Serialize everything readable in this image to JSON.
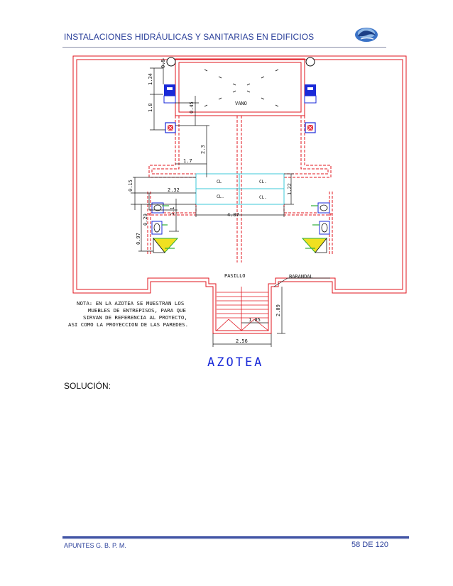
{
  "header": {
    "title": "INSTALACIONES HIDRÁULICAS Y SANITARIAS EN EDIFICIOS",
    "logo_icon": "dolphin-logo-icon"
  },
  "plan": {
    "title": "AZOTEA",
    "vano_label": "VANO",
    "pasillo_label": "PASILLO",
    "barandal_label": "BARANDAL",
    "cl_labels": [
      "CL",
      "CL.",
      "CL.",
      "CL."
    ],
    "note_lines": [
      "NOTA: EN LA AZOTEA SE MUESTRAN LOS",
      "MUEBLES DE ENTREPISOS, PARA QUE",
      "SIRVAN DE REFERENCIA AL PROYECTO,",
      "ASI COMO LA PROYECCION DE LAS PAREDES."
    ],
    "dimensions": {
      "d_0_5": "0.5",
      "d_1_34": "1.34",
      "d_1_8": "1.8",
      "d_0_45": "0.45",
      "d_2_3": "2.3",
      "d_1_7": "1.7",
      "d_0_15": "0.15",
      "d_2_32": "2.32",
      "d_1_22": "1.22",
      "d_0_29": "0.29",
      "d_1_1": "1.1",
      "d_0_97": "0.97",
      "d_4_07": "4.07",
      "d_2_09": "2.09",
      "d_1_05": "1.05",
      "d_2_56": "2.56"
    }
  },
  "body": {
    "solucion": "SOLUCIÓN:"
  },
  "footer": {
    "left": "APUNTES G. B. P. M.",
    "page": "58 DE 120"
  },
  "colors": {
    "header_blue": "#2a3f9a",
    "wall_red": "#e0141e",
    "cyan": "#3ec8d8",
    "fixture_blue": "#1a2ad8",
    "green": "#2fae3a",
    "yellow": "#f0e020"
  }
}
